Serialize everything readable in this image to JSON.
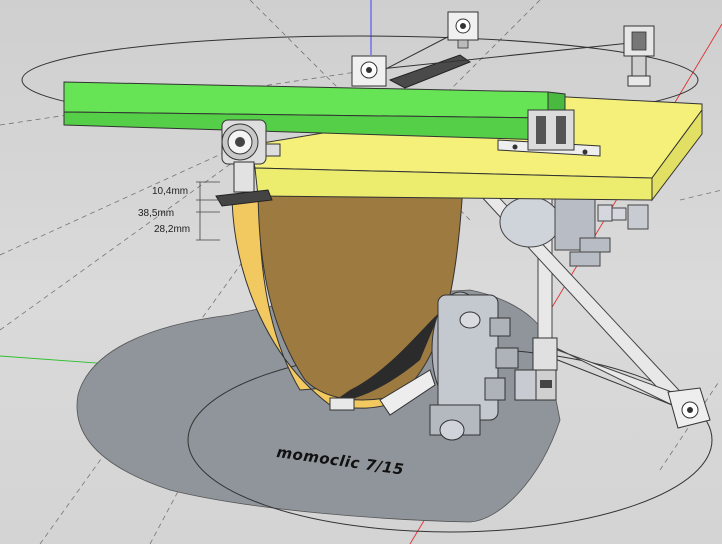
{
  "viewport": {
    "background": "#d8d8d8",
    "colors": {
      "green_arm": "#66e455",
      "yellow_plate": "#f4f07a",
      "yellow_plate_side": "#ecec6e",
      "brown_blade": "#9c7a40",
      "blade_edge": "#f2c860",
      "shadow": "#8f959b",
      "axis_red": "#e03030",
      "axis_green": "#30c030",
      "axis_blue": "#3030ff",
      "metal": "#b8bcc4"
    }
  },
  "dimensions": {
    "d1": "10,4mm",
    "d2": "38,5mm",
    "d3": "28,2mm"
  },
  "watermark": {
    "text": "momoclic 7/15"
  },
  "icons": {
    "motor": "motor-gear-icon",
    "bracket": "bracket-icon",
    "pulley": "pulley-icon",
    "bearing": "bearing-icon"
  }
}
